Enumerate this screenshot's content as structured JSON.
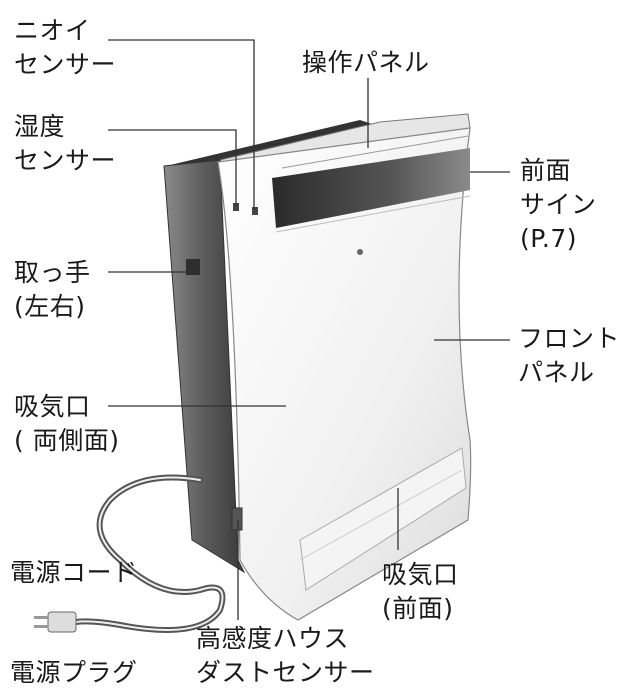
{
  "labels": {
    "odor_sensor": [
      "ニオイ",
      "センサー"
    ],
    "operation_panel": [
      "操作パネル"
    ],
    "humidity_sensor": [
      "湿度",
      "センサー"
    ],
    "front_sign": [
      "前面",
      "サイン",
      "(P.7)"
    ],
    "handle": [
      "取っ手",
      "(左右)"
    ],
    "front_panel": [
      "フロント",
      "パネル"
    ],
    "side_inlet": [
      "吸気口",
      "( 両側面)"
    ],
    "power_cord": [
      "電源コード"
    ],
    "front_inlet": [
      "吸気口",
      "(前面)"
    ],
    "dust_sensor": [
      "高感度ハウス",
      "ダストセンサー"
    ],
    "power_plug": [
      "電源プラグ"
    ]
  }
}
